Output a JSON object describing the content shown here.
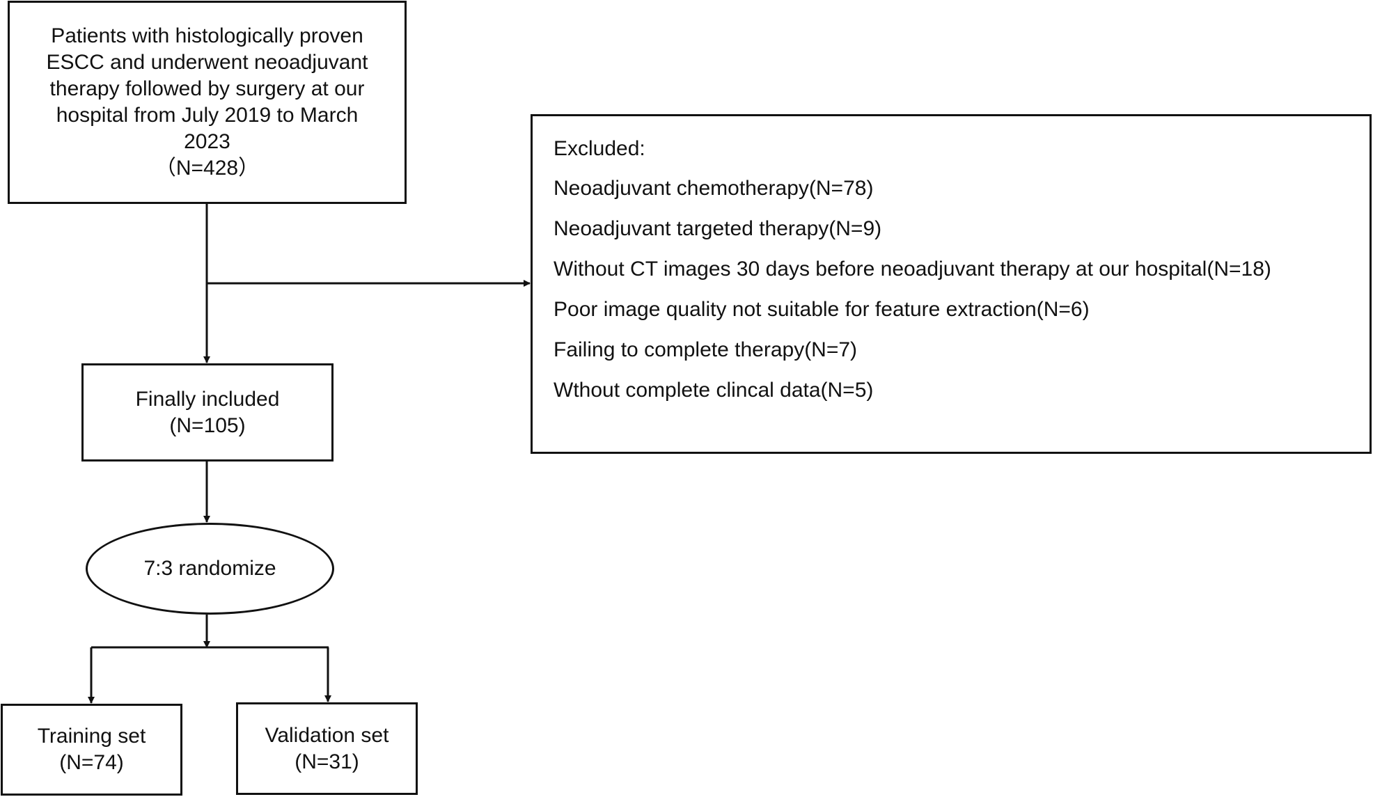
{
  "patients_box": {
    "lines": [
      "Patients with histologically proven",
      "ESCC and underwent neoadjuvant",
      "therapy followed by surgery at our",
      "hospital from July 2019 to March",
      "2023",
      "（N=428）"
    ]
  },
  "excluded_box": {
    "title": "Excluded:",
    "items": [
      "Neoadjuvant chemotherapy(N=78)",
      "Neoadjuvant targeted therapy(N=9)",
      "Without CT images 30 days before neoadjuvant therapy at our hospital(N=18)",
      "Poor image quality not suitable for feature extraction(N=6)",
      "Failing to complete therapy(N=7)",
      "Wthout complete clincal data(N=5)"
    ]
  },
  "included_box": {
    "label": "Finally included",
    "count": "(N=105)"
  },
  "randomize": {
    "label": "7:3 randomize"
  },
  "training_box": {
    "label": "Training set",
    "count": "(N=74)"
  },
  "validation_box": {
    "label": "Validation set",
    "count": "(N=31)"
  },
  "colors": {
    "stroke": "#111111",
    "background": "#ffffff"
  }
}
